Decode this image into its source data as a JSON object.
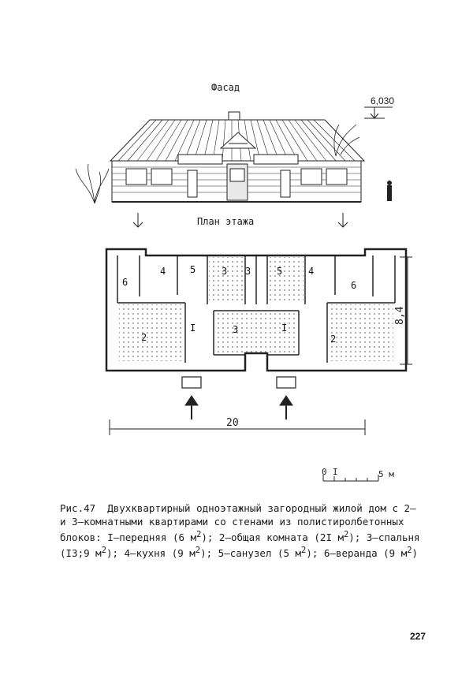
{
  "facade": {
    "title": "Фасад",
    "elevation": "6,030"
  },
  "plan": {
    "title": "План этажа",
    "dim_width": "20",
    "dim_depth": "8,4",
    "rooms_left": [
      "6",
      "4",
      "5",
      "3",
      "2",
      "I",
      "3"
    ],
    "rooms_right": [
      "3",
      "5",
      "4",
      "6",
      "2",
      "I"
    ]
  },
  "scale": {
    "start": "0",
    "one": "I",
    "end": "5 м"
  },
  "caption": {
    "fig": "Рис.47",
    "line1": "Двухквартирный одноэтажный загородный жилой дом с 2–",
    "line2": "и 3–комнатными квартирами со стенами из полистиролбетонных",
    "line3_a": "блоков: I–передняя (6 м",
    "line3_b": "); 2–общая комната (2I м",
    "line3_c": "); 3–спальня",
    "line4_a": "(I3;9 м",
    "line4_b": "); 4–кухня (9 м",
    "line4_c": "); 5–санузел (5 м",
    "line4_d": "); 6–веранда (9 м",
    "line4_e": ")",
    "sup": "2"
  },
  "page_number": "227"
}
